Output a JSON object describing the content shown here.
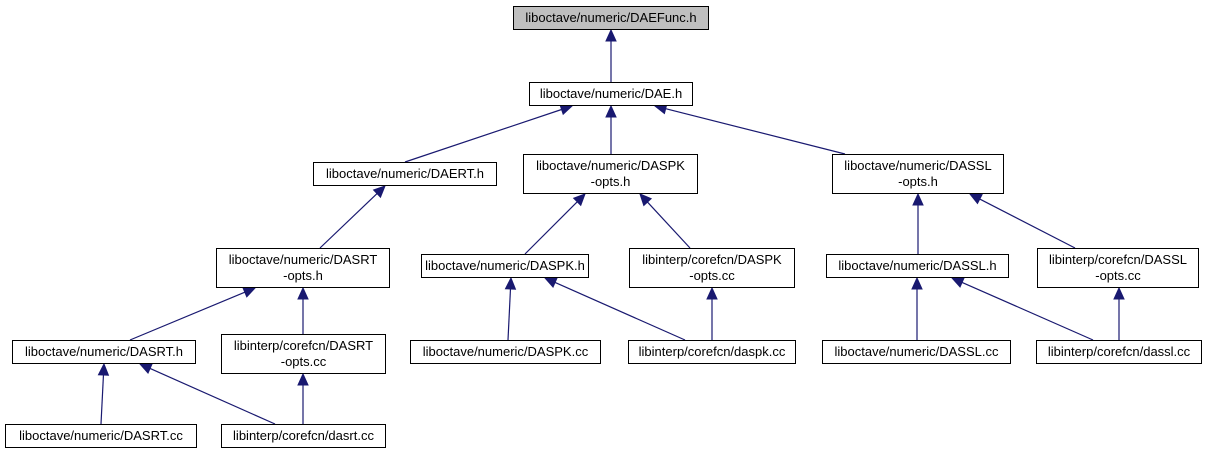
{
  "diagram": {
    "type": "include-dependency-graph",
    "edge_color": "#191970",
    "root_fill": "#bfbfbf",
    "nodes": [
      {
        "id": "daefunc_h",
        "lines": [
          "liboctave/numeric/DAEFunc.h"
        ],
        "root": true
      },
      {
        "id": "dae_h",
        "lines": [
          "liboctave/numeric/DAE.h"
        ]
      },
      {
        "id": "daert_h",
        "lines": [
          "liboctave/numeric/DAERT.h"
        ]
      },
      {
        "id": "daspk_opts_h",
        "lines": [
          "liboctave/numeric/DASPK",
          "-opts.h"
        ]
      },
      {
        "id": "dassl_opts_h",
        "lines": [
          "liboctave/numeric/DASSL",
          "-opts.h"
        ]
      },
      {
        "id": "dasrt_opts_h",
        "lines": [
          "liboctave/numeric/DASRT",
          "-opts.h"
        ]
      },
      {
        "id": "daspk_h",
        "lines": [
          "liboctave/numeric/DASPK.h"
        ]
      },
      {
        "id": "daspk_opts_cc",
        "lines": [
          "libinterp/corefcn/DASPK",
          "-opts.cc"
        ]
      },
      {
        "id": "dassl_h",
        "lines": [
          "liboctave/numeric/DASSL.h"
        ]
      },
      {
        "id": "dassl_opts_cc",
        "lines": [
          "libinterp/corefcn/DASSL",
          "-opts.cc"
        ]
      },
      {
        "id": "dasrt_h",
        "lines": [
          "liboctave/numeric/DASRT.h"
        ]
      },
      {
        "id": "dasrt_opts_cc",
        "lines": [
          "libinterp/corefcn/DASRT",
          "-opts.cc"
        ]
      },
      {
        "id": "daspk_cc_num",
        "lines": [
          "liboctave/numeric/DASPK.cc"
        ]
      },
      {
        "id": "daspk_cc_interp",
        "lines": [
          "libinterp/corefcn/daspk.cc"
        ]
      },
      {
        "id": "dassl_cc_num",
        "lines": [
          "liboctave/numeric/DASSL.cc"
        ]
      },
      {
        "id": "dassl_cc_interp",
        "lines": [
          "libinterp/corefcn/dassl.cc"
        ]
      },
      {
        "id": "dasrt_cc_num",
        "lines": [
          "liboctave/numeric/DASRT.cc"
        ]
      },
      {
        "id": "dasrt_cc_interp",
        "lines": [
          "libinterp/corefcn/dasrt.cc"
        ]
      }
    ],
    "edges": [
      {
        "from": "dae_h",
        "to": "daefunc_h"
      },
      {
        "from": "daert_h",
        "to": "dae_h"
      },
      {
        "from": "daspk_opts_h",
        "to": "dae_h"
      },
      {
        "from": "dassl_opts_h",
        "to": "dae_h"
      },
      {
        "from": "dasrt_opts_h",
        "to": "daert_h"
      },
      {
        "from": "daspk_h",
        "to": "daspk_opts_h"
      },
      {
        "from": "daspk_opts_cc",
        "to": "daspk_opts_h"
      },
      {
        "from": "dassl_h",
        "to": "dassl_opts_h"
      },
      {
        "from": "dassl_opts_cc",
        "to": "dassl_opts_h"
      },
      {
        "from": "dasrt_h",
        "to": "dasrt_opts_h"
      },
      {
        "from": "dasrt_opts_cc",
        "to": "dasrt_opts_h"
      },
      {
        "from": "daspk_cc_num",
        "to": "daspk_h"
      },
      {
        "from": "daspk_cc_interp",
        "to": "daspk_h"
      },
      {
        "from": "daspk_cc_interp",
        "to": "daspk_opts_cc"
      },
      {
        "from": "dassl_cc_num",
        "to": "dassl_h"
      },
      {
        "from": "dassl_cc_interp",
        "to": "dassl_h"
      },
      {
        "from": "dassl_cc_interp",
        "to": "dassl_opts_cc"
      },
      {
        "from": "dasrt_cc_num",
        "to": "dasrt_h"
      },
      {
        "from": "dasrt_cc_interp",
        "to": "dasrt_h"
      },
      {
        "from": "dasrt_cc_interp",
        "to": "dasrt_opts_cc"
      }
    ]
  }
}
